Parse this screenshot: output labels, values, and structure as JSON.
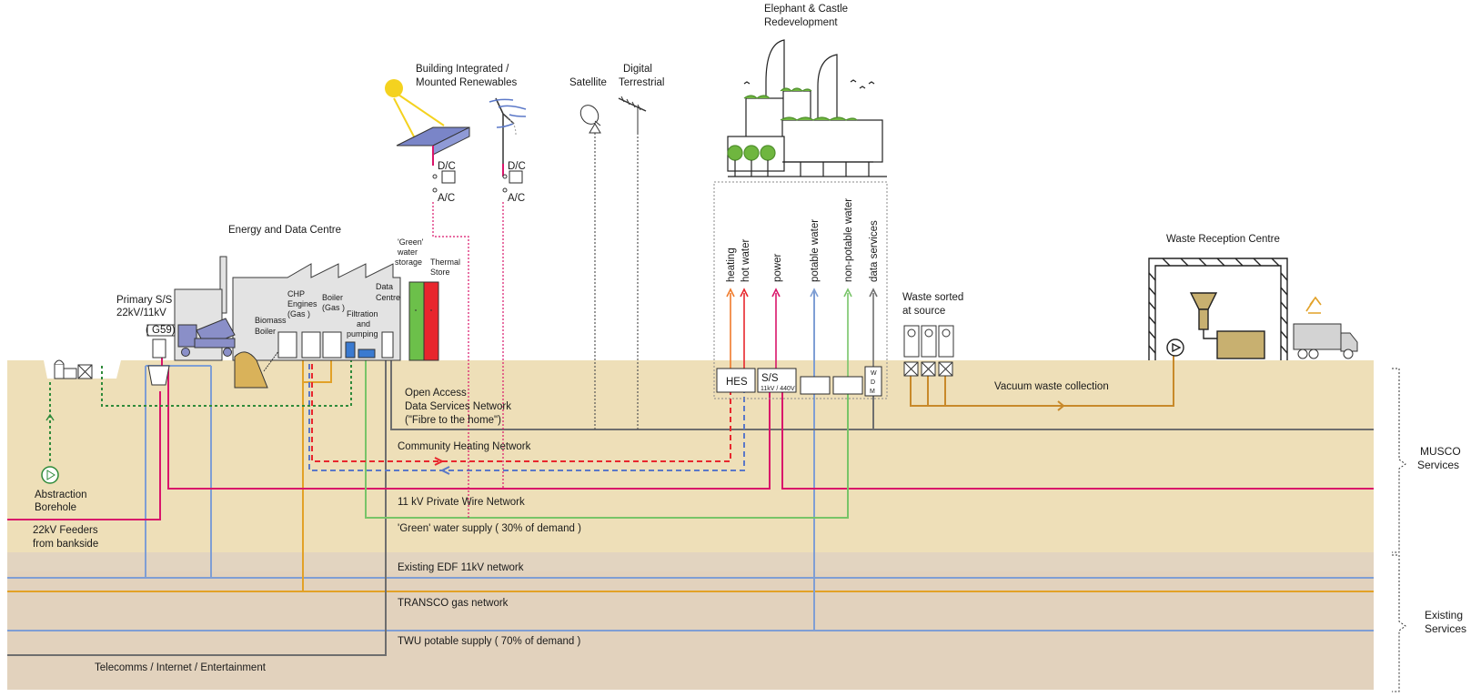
{
  "colors": {
    "ground_musco": "#eedfb8",
    "ground_existing": "#e2d2bd",
    "heating": "#e8262d",
    "hot_water": "#e8262d",
    "heating_orange": "#f07a2a",
    "power": "#d9156a",
    "potable": "#7f9ed4",
    "green_water": "#78c468",
    "data": "#6e6e6e",
    "gas": "#e2a127",
    "waste": "#c8892a",
    "abstraction": "#2e8a3a"
  },
  "titles": {
    "elephant": "Elephant & Castle",
    "elephant2": "Redevelopment",
    "renew1": "Building Integrated /",
    "renew2": "Mounted Renewables",
    "satellite": "Satellite",
    "digital1": "Digital",
    "digital2": "Terrestrial",
    "energy_centre": "Energy and Data Centre",
    "waste_centre": "Waste Reception Centre",
    "waste_sorted1": "Waste sorted",
    "waste_sorted2": "at source"
  },
  "converters": {
    "dc": "D/C",
    "ac": "A/C"
  },
  "plant": {
    "primary1": "Primary S/S",
    "primary2": "22kV/11kV",
    "g59": "( G59)",
    "biomass1": "Biomass",
    "biomass2": "Boiler",
    "chp1": "CHP",
    "chp2": "Engines",
    "chp3": "(Gas )",
    "boiler1": "Boiler",
    "boiler2": "(Gas )",
    "filt1": "Filtration",
    "filt2": "and",
    "filt3": "pumping",
    "data1": "Data",
    "data2": "Centre",
    "green1": "'Green'",
    "green2": "water",
    "green3": "storage",
    "thermal1": "Thermal",
    "thermal2": "Store"
  },
  "services": [
    "heating",
    "hot water",
    "power",
    "potable water",
    "non-potable water",
    "data services"
  ],
  "boxes": {
    "hes": "HES",
    "ss": "S/S",
    "ss_sub": "11kV / 440V",
    "wdm1": "W",
    "wdm2": "D",
    "wdm3": "M"
  },
  "networks": {
    "open_access1": "Open Access",
    "open_access2": "Data Services Network",
    "open_access3": "(\"Fibre to the home\")",
    "heating": "Community Heating Network",
    "private_wire": "11 kV Private Wire Network",
    "green_water": "'Green' water supply  ( 30% of demand )",
    "edf": "Existing EDF 11kV network",
    "transco": "TRANSCO gas network",
    "twu": "TWU potable supply ( 70% of demand )",
    "telecoms": "Telecomms / Internet / Entertainment",
    "vacuum": "Vacuum waste collection"
  },
  "left": {
    "abstraction1": "Abstraction",
    "abstraction2": "Borehole",
    "feeders1": "22kV Feeders",
    "feeders2": "from bankside"
  },
  "brackets": {
    "musco1": "MUSCO",
    "musco2": "Services",
    "existing1": "Existing",
    "existing2": "Services"
  }
}
